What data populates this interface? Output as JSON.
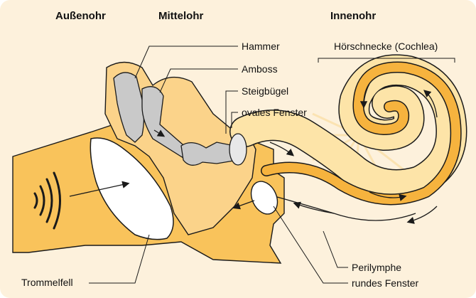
{
  "headers": {
    "outer": "Außenohr",
    "middle": "Mittelohr",
    "inner": "Innenohr"
  },
  "labels": {
    "hammer": "Hammer",
    "amboss": "Amboss",
    "steigbuegel": "Steigbügel",
    "ovales_fenster": "ovales Fenster",
    "cochlea": "Hörschnecke (Cochlea)",
    "trommelfell": "Trommelfell",
    "perilymphe": "Perilymphe",
    "rundes_fenster": "rundes Fenster"
  },
  "colors": {
    "background": "#fdf1dc",
    "tissue": "#f9c35b",
    "tissue_light": "#fde4a8",
    "cavity": "#fbd38a",
    "ossicles": "#c9c9c9",
    "membrane": "#ffffff",
    "outline": "#1a1a1a"
  },
  "icons": {
    "sound": "sound-waves-icon",
    "flow": "arrow-icon"
  }
}
